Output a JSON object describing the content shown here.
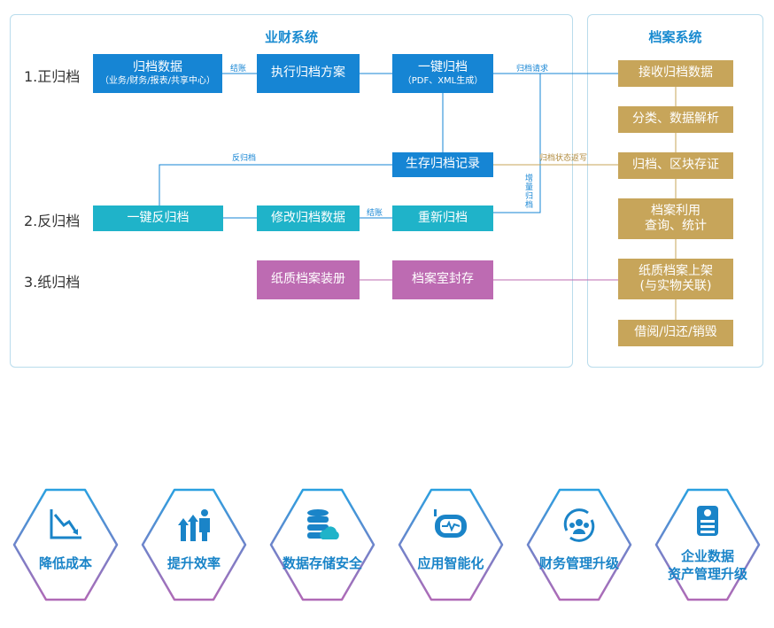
{
  "left_panel": {
    "title": "业财系统"
  },
  "right_panel": {
    "title": "档案系统"
  },
  "rows": {
    "positive": "1.正归档",
    "reverse": "2.反归档",
    "paper": "3.纸归档"
  },
  "boxes": {
    "archive_data": {
      "main": "归档数据",
      "sub": "（业务/财务/报表/共享中心）"
    },
    "execute_plan": {
      "main": "执行归档方案"
    },
    "one_click": {
      "main": "一键归档",
      "sub": "（PDF、XML生成）"
    },
    "save_record": {
      "main": "生存归档记录"
    },
    "one_click_reverse": {
      "main": "一键反归档"
    },
    "modify_data": {
      "main": "修改归档数据"
    },
    "rearchive": {
      "main": "重新归档"
    },
    "paper_binding": {
      "main": "纸质档案装册"
    },
    "archive_room": {
      "main": "档案室封存"
    },
    "receive": {
      "main": "接收归档数据"
    },
    "classify": {
      "main": "分类、数据解析"
    },
    "blockchain": {
      "main": "归档、区块存证"
    },
    "utilize_1": "档案利用",
    "utilize_2": "查询、统计",
    "shelve_1": "纸质档案上架",
    "shelve_2": "(与实物关联)",
    "borrow": {
      "main": "借阅/归还/销毁"
    }
  },
  "edges": {
    "settle_1": "结账",
    "settle_2": "结账",
    "request": "归档请求",
    "reverse": "反归档",
    "writeback": "归档状态返写",
    "incremental": "增量归档"
  },
  "features": [
    {
      "label": "降低成本",
      "icon": "cost-down-icon"
    },
    {
      "label": "提升效率",
      "icon": "efficiency-up-icon"
    },
    {
      "label": "数据存储安全",
      "icon": "database-cloud-icon"
    },
    {
      "label": "应用智能化",
      "icon": "robot-icon"
    },
    {
      "label": "财务管理升级",
      "icon": "team-cycle-icon"
    },
    {
      "label_1": "企业数据",
      "label_2": "资产管理升级",
      "icon": "server-icon"
    }
  ],
  "colors": {
    "blue": "#1685d4",
    "teal": "#1fb3c9",
    "pink": "#bd6bb2",
    "gold": "#c7a55a",
    "panel_border": "#b9dcec"
  }
}
